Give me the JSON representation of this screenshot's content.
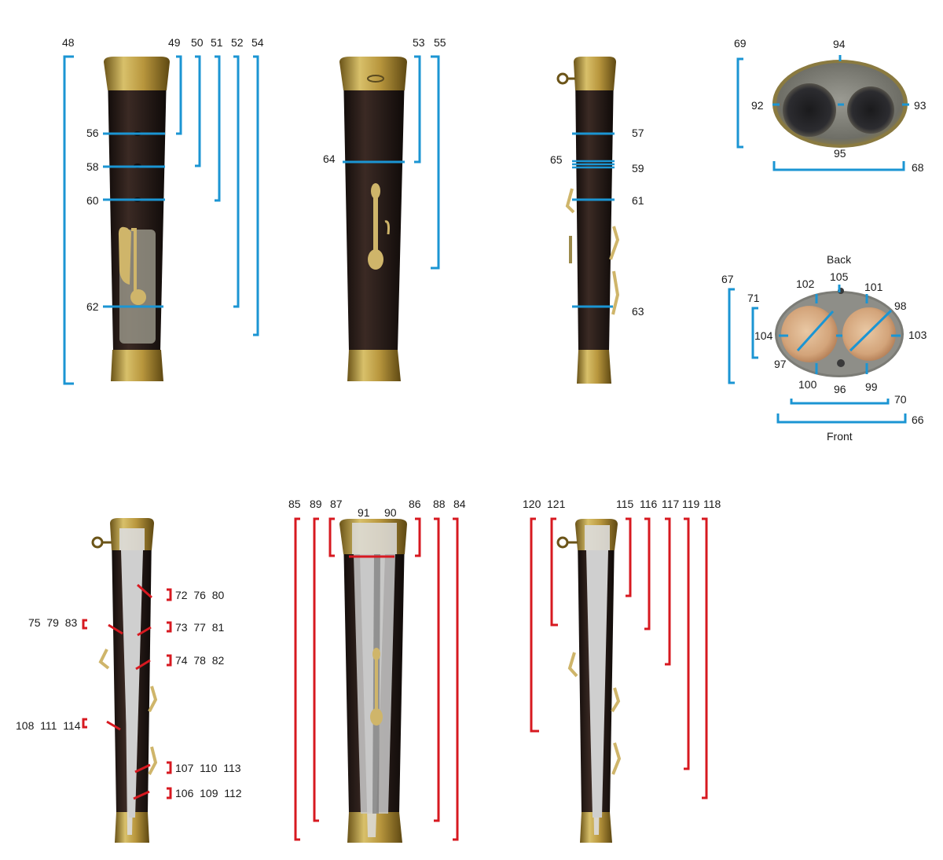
{
  "colors": {
    "blue_accent": "#1b95d3",
    "red_accent": "#d71920",
    "wood": "#2a1e1a",
    "brass": "#b8963d",
    "bore_overlay": "#dcdcdc"
  },
  "top_row": {
    "view1": {
      "brackets": [
        "48",
        "49",
        "50",
        "51",
        "52",
        "54"
      ],
      "lines": [
        "56",
        "58",
        "60",
        "62"
      ]
    },
    "view2": {
      "brackets": [
        "53",
        "55"
      ],
      "lines": [
        "64"
      ]
    },
    "view3": {
      "lines": [
        "57",
        "59",
        "61",
        "63"
      ],
      "side_label": "65"
    },
    "end_top": {
      "labels": [
        "69",
        "94",
        "92",
        "93",
        "95",
        "68"
      ]
    },
    "end_bottom": {
      "caption_back": "Back",
      "caption_front": "Front",
      "labels": [
        "67",
        "71",
        "102",
        "105",
        "101",
        "98",
        "104",
        "103",
        "97",
        "100",
        "96",
        "99",
        "70",
        "66"
      ]
    }
  },
  "bottom_row": {
    "view4": {
      "right_groups": [
        "72  76  80",
        "73  77  81",
        "74  78  82",
        "107  110  113",
        "106  109  112"
      ],
      "left_groups": [
        "75  79  83",
        "108  111  114"
      ]
    },
    "view5": {
      "top_labels": [
        "85",
        "89",
        "87",
        "91",
        "90",
        "86",
        "88",
        "84"
      ]
    },
    "view6": {
      "top_labels": [
        "120",
        "121",
        "115",
        "116",
        "117",
        "119",
        "118"
      ]
    }
  }
}
